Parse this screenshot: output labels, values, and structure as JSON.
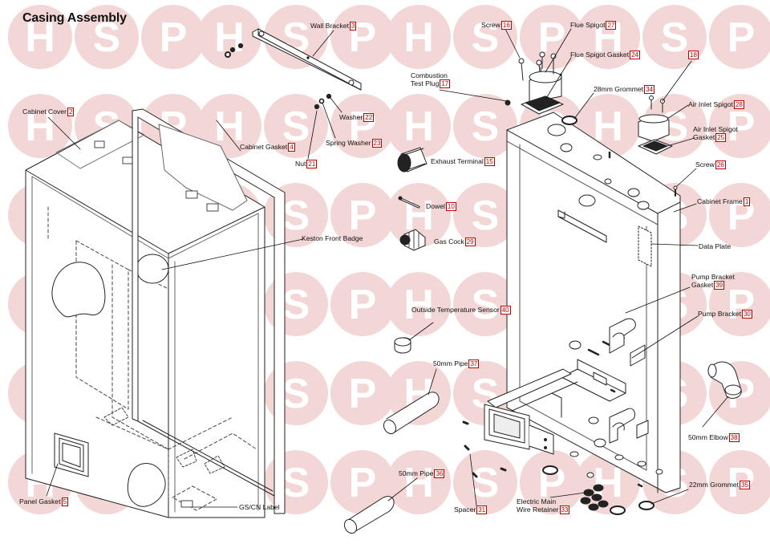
{
  "title": "Casing Assembly",
  "watermark": {
    "letters": [
      "H",
      "S",
      "P"
    ],
    "color": "#f3d6d6",
    "fill_color": "#ffffff"
  },
  "accent_color": "#c00000",
  "parts": [
    {
      "id": "p3",
      "name": "Wall Bracket",
      "number": "3"
    },
    {
      "id": "p2",
      "name": "Cabinet Cover",
      "number": "2"
    },
    {
      "id": "p4",
      "name": "Cabinet Gasket",
      "number": "4"
    },
    {
      "id": "p22",
      "name": "Washer",
      "number": "22"
    },
    {
      "id": "p23",
      "name": "Spring Washer",
      "number": "23"
    },
    {
      "id": "p21",
      "name": "Nut",
      "number": "21"
    },
    {
      "id": "pkfb",
      "name": "Keston Front Badge",
      "number": ""
    },
    {
      "id": "p5",
      "name": "Panel Gasket",
      "number": "5"
    },
    {
      "id": "pgs",
      "name": "GS/CN Label",
      "number": ""
    },
    {
      "id": "p17",
      "name": "Combustion\nTest Plug",
      "number": "17"
    },
    {
      "id": "p16",
      "name": "Screw",
      "number": "16"
    },
    {
      "id": "p27",
      "name": "Flue Spigot",
      "number": "27"
    },
    {
      "id": "p24",
      "name": "Flue Spigot Gasket",
      "number": "24"
    },
    {
      "id": "p18",
      "name": "",
      "number": "18"
    },
    {
      "id": "p34",
      "name": "28mm Grommet",
      "number": "34"
    },
    {
      "id": "p28",
      "name": "Air Inlet Spigot",
      "number": "28"
    },
    {
      "id": "p25",
      "name": "Air Inlet Spigot\nGasket",
      "number": "25"
    },
    {
      "id": "p26",
      "name": "Screw",
      "number": "26"
    },
    {
      "id": "p1",
      "name": "Cabinet Frame",
      "number": "1"
    },
    {
      "id": "pdp",
      "name": "Data Plate",
      "number": ""
    },
    {
      "id": "p15",
      "name": "Exhaust Terminal",
      "number": "15"
    },
    {
      "id": "p10",
      "name": "Dowel",
      "number": "10"
    },
    {
      "id": "p29",
      "name": "Gas Cock",
      "number": "29"
    },
    {
      "id": "p39",
      "name": "Pump Bracket\nGasket",
      "number": "39"
    },
    {
      "id": "p30",
      "name": "Pump Bracket",
      "number": "30"
    },
    {
      "id": "p40",
      "name": "Outside Temperature Sensor",
      "number": "40"
    },
    {
      "id": "p37",
      "name": "50mm Pipe",
      "number": "37"
    },
    {
      "id": "p38",
      "name": "50mm Elbow",
      "number": "38"
    },
    {
      "id": "p36",
      "name": "50mm Pipe",
      "number": "36"
    },
    {
      "id": "p31",
      "name": "Spacer",
      "number": "31"
    },
    {
      "id": "p33",
      "name": "Electric Main\nWire Retainer",
      "number": "33"
    },
    {
      "id": "p35",
      "name": "22mm Grommet",
      "number": "35"
    }
  ]
}
